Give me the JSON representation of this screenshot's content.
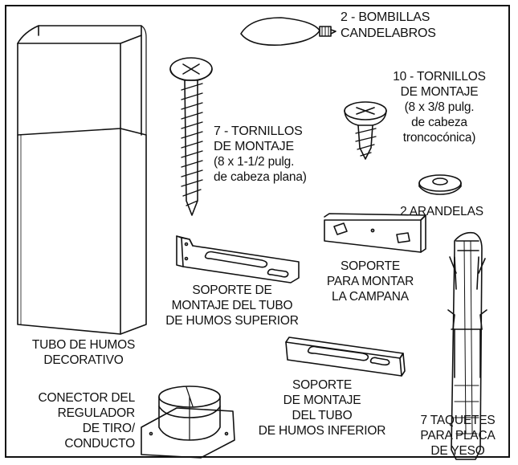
{
  "parts": {
    "bulbs": [
      "2 - BOMBILLAS",
      "CANDELABROS"
    ],
    "screws_pan": [
      "10 - TORNILLOS",
      "DE MONTAJE",
      "(8 x 3/8 pulg.",
      "de cabeza",
      "troncocónica)"
    ],
    "screws_flat": [
      "7 - TORNILLOS",
      "DE MONTAJE",
      "(8 x 1-1/2 pulg.",
      "de cabeza plana)"
    ],
    "washers": [
      "2 ARANDELAS"
    ],
    "hood_bracket": [
      "SOPORTE",
      "PARA MONTAR",
      "LA CAMPANA"
    ],
    "upper_flue_bracket": [
      "SOPORTE DE",
      "MONTAJE DEL TUBO",
      "DE HUMOS SUPERIOR"
    ],
    "flue": [
      "TUBO DE HUMOS",
      "DECORATIVO"
    ],
    "lower_flue_bracket": [
      "SOPORTE",
      "DE MONTAJE",
      "DEL TUBO",
      "DE HUMOS INFERIOR"
    ],
    "damper": [
      "CONECTOR DEL",
      "REGULADOR",
      "DE TIRO/",
      "CONDUCTO"
    ],
    "anchors": [
      "7 TAQUETES",
      "PARA PLACA",
      "DE YESO"
    ]
  }
}
